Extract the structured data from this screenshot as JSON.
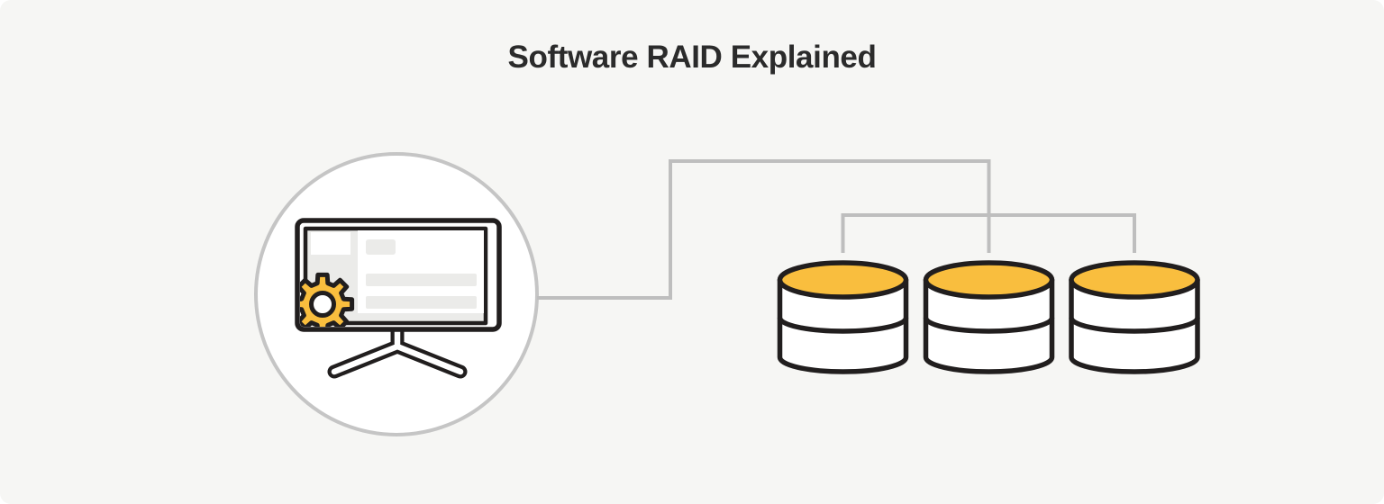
{
  "header": {
    "title": "Software RAID Explained"
  },
  "illustration": {
    "computer_node": {
      "icon": "monitor-icon",
      "overlay_icon": "gear-icon",
      "container": "circle-badge"
    },
    "disk_nodes": {
      "icon": "disk-cylinder-icon",
      "count": 3
    },
    "connections": {
      "style": "elbow-lines",
      "from": "computer_node",
      "to": "all-3-disk_nodes"
    }
  },
  "colors": {
    "canvas-background": "#F6F6F4",
    "title-text": "#2B2B2B",
    "accent-yellow": "#F9BE3E",
    "outline-black": "#211E1E",
    "connector-gray": "#BEBEBE",
    "circle-gray": "#C5C5C5",
    "screen-gray": "#EBEBE9"
  }
}
